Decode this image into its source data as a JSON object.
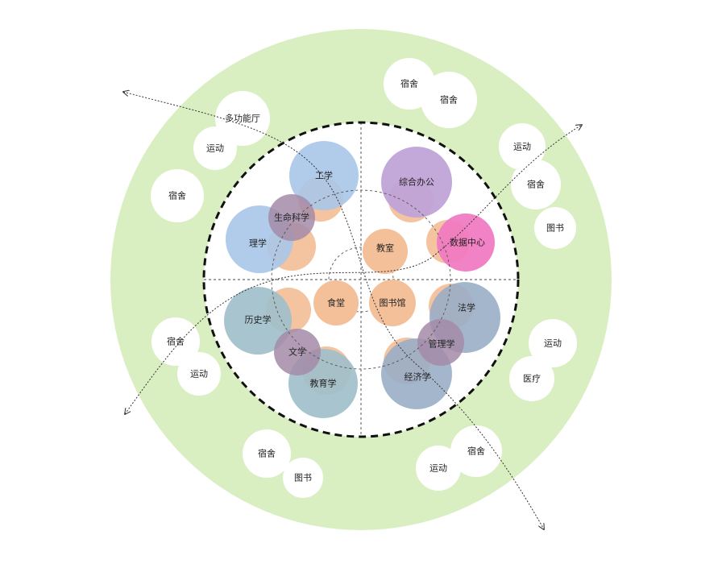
{
  "colors": {
    "green_ring": "#d9efc2",
    "white": "#ffffff",
    "orange": "#f4c09a",
    "blue": "#a9c6e8",
    "purple": "#c0a3d8",
    "magenta": "#f07bc2",
    "slate": "#9aaec6",
    "teal": "#9fbfca",
    "overlap": "#a58ba8",
    "line": "#333333"
  },
  "outer_ring": {
    "labels": {
      "dorm_top_1": "宿舍",
      "dorm_top_2": "宿舍",
      "multi_hall": "多功能厅",
      "sports_upper_left": "运动",
      "dorm_left": "宿舍",
      "sports_top_right": "运动",
      "dorm_right": "宿舍",
      "library_right": "图书",
      "dorm_lower_left": "宿舍",
      "sports_lower_left": "运动",
      "sports_right": "运动",
      "medical": "医疗",
      "dorm_bottom_left": "宿舍",
      "library_bottom_left": "图书",
      "sports_bottom_right": "运动",
      "dorm_bottom_right": "宿舍"
    }
  },
  "core": {
    "labels": {
      "engineering": "工学",
      "life_science": "生命科学",
      "science": "理学",
      "general_office": "综合办公",
      "data_center": "数据中心",
      "classroom": "教室",
      "canteen": "食堂",
      "library_hall": "图书馆",
      "history": "历史学",
      "literature": "文学",
      "education": "教育学",
      "law": "法学",
      "management": "管理学",
      "economics": "经济学"
    }
  }
}
